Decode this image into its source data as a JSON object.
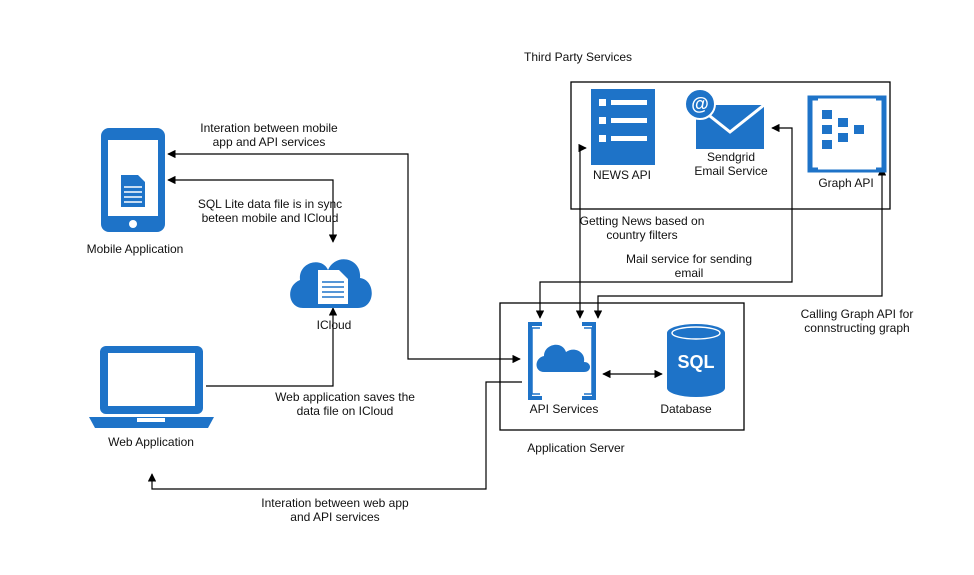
{
  "colors": {
    "icon_blue": "#1E73C8",
    "line": "#000000",
    "background": "#FFFFFF"
  },
  "groups": {
    "third_party": "Third Party Services",
    "app_server": "Application Server"
  },
  "nodes": {
    "mobile": {
      "label": "Mobile Application",
      "icon": "smartphone-document-icon"
    },
    "icloud": {
      "label": "ICloud",
      "icon": "cloud-document-icon"
    },
    "web": {
      "label": "Web Application",
      "icon": "laptop-icon"
    },
    "api": {
      "label": "API Services",
      "icon": "api-cloud-icon"
    },
    "db": {
      "label": "Database",
      "icon": "sql-database-icon",
      "badge": "SQL"
    },
    "news": {
      "label": "NEWS API",
      "icon": "list-document-icon"
    },
    "sendgrid": {
      "label_line1": "Sendgrid",
      "label_line2": "Email Service",
      "icon": "email-icon"
    },
    "graph": {
      "label": "Graph API",
      "icon": "graph-api-icon"
    }
  },
  "edges": {
    "mobile_api": {
      "line1": "Interation between mobile",
      "line2": "app and API services"
    },
    "mobile_icloud": {
      "line1": "SQL Lite data file is in sync",
      "line2": "beteen mobile and ICloud"
    },
    "web_icloud": {
      "line1": "Web application saves the",
      "line2": "data file on ICloud"
    },
    "web_api": {
      "line1": "Interation between web app",
      "line2": "and API services"
    },
    "news": {
      "line1": "Getting News based on",
      "line2": "country filters"
    },
    "mail": {
      "line1": "Mail service for sending",
      "line2": "email"
    },
    "graph": {
      "line1": "Calling Graph API for",
      "line2": "connstructing graph"
    }
  }
}
